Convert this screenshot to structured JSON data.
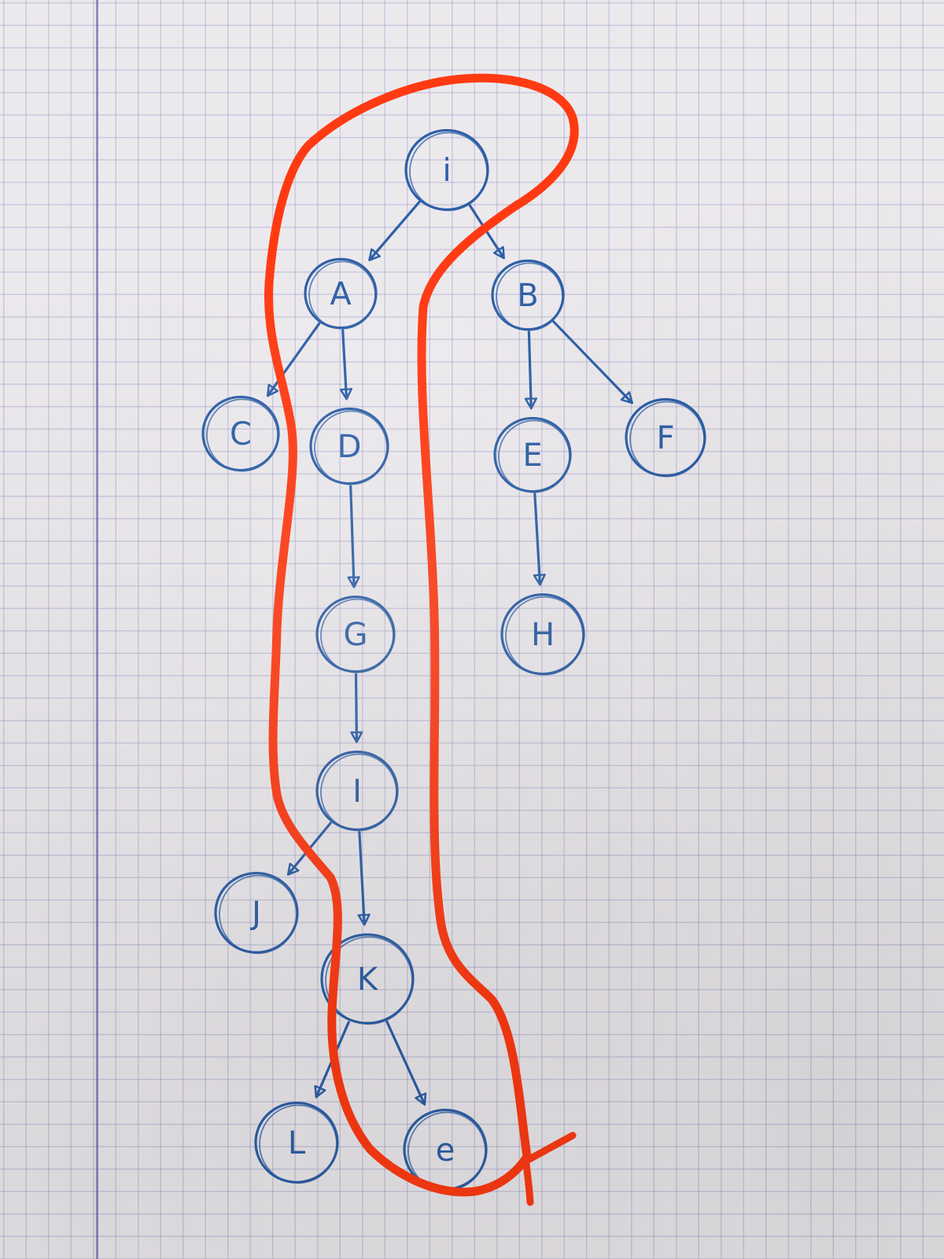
{
  "colors": {
    "ink": "#2d5fa6",
    "highlight": "#ff3a12",
    "paper": "#ece9ed",
    "grid": "#7d7db9",
    "margin_line": "#5f5aaa"
  },
  "nodes": [
    {
      "id": "i",
      "label": "i"
    },
    {
      "id": "A",
      "label": "A"
    },
    {
      "id": "B",
      "label": "B"
    },
    {
      "id": "C",
      "label": "C"
    },
    {
      "id": "D",
      "label": "D"
    },
    {
      "id": "E",
      "label": "E"
    },
    {
      "id": "F",
      "label": "F"
    },
    {
      "id": "G",
      "label": "G"
    },
    {
      "id": "H",
      "label": "H"
    },
    {
      "id": "I",
      "label": "I"
    },
    {
      "id": "J",
      "label": "J"
    },
    {
      "id": "K",
      "label": "K"
    },
    {
      "id": "L",
      "label": "L"
    },
    {
      "id": "e",
      "label": "e"
    }
  ],
  "edges": [
    {
      "from": "i",
      "to": "A"
    },
    {
      "from": "i",
      "to": "B"
    },
    {
      "from": "A",
      "to": "C"
    },
    {
      "from": "A",
      "to": "D"
    },
    {
      "from": "B",
      "to": "E"
    },
    {
      "from": "B",
      "to": "F"
    },
    {
      "from": "D",
      "to": "G"
    },
    {
      "from": "E",
      "to": "H"
    },
    {
      "from": "G",
      "to": "I"
    },
    {
      "from": "I",
      "to": "J"
    },
    {
      "from": "I",
      "to": "K"
    },
    {
      "from": "K",
      "to": "L"
    },
    {
      "from": "K",
      "to": "e"
    }
  ],
  "highlighted_path": [
    "i",
    "A",
    "D",
    "G",
    "I",
    "K",
    "e"
  ]
}
